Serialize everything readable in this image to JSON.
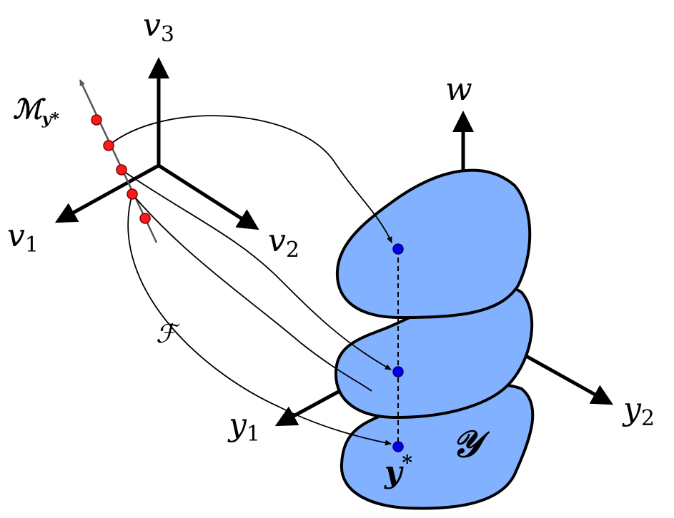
{
  "labels": {
    "v1": "v",
    "v1_sub": "1",
    "v2": "v",
    "v2_sub": "2",
    "v3": "v",
    "v3_sub": "3",
    "w": "w",
    "y1": "y",
    "y1_sub": "1",
    "y2": "y",
    "y2_sub": "2",
    "manifold": "ℳ",
    "manifold_sub": "y*",
    "map": "ℱ",
    "space": "𝒴",
    "ystar": "y",
    "ystar_sup": "*"
  },
  "colors": {
    "blob_fill": "#82b1ff",
    "blob_stroke": "#000000",
    "red_point": "#ff1a1a",
    "blue_point": "#0000ee",
    "manifold_line": "#555555"
  }
}
